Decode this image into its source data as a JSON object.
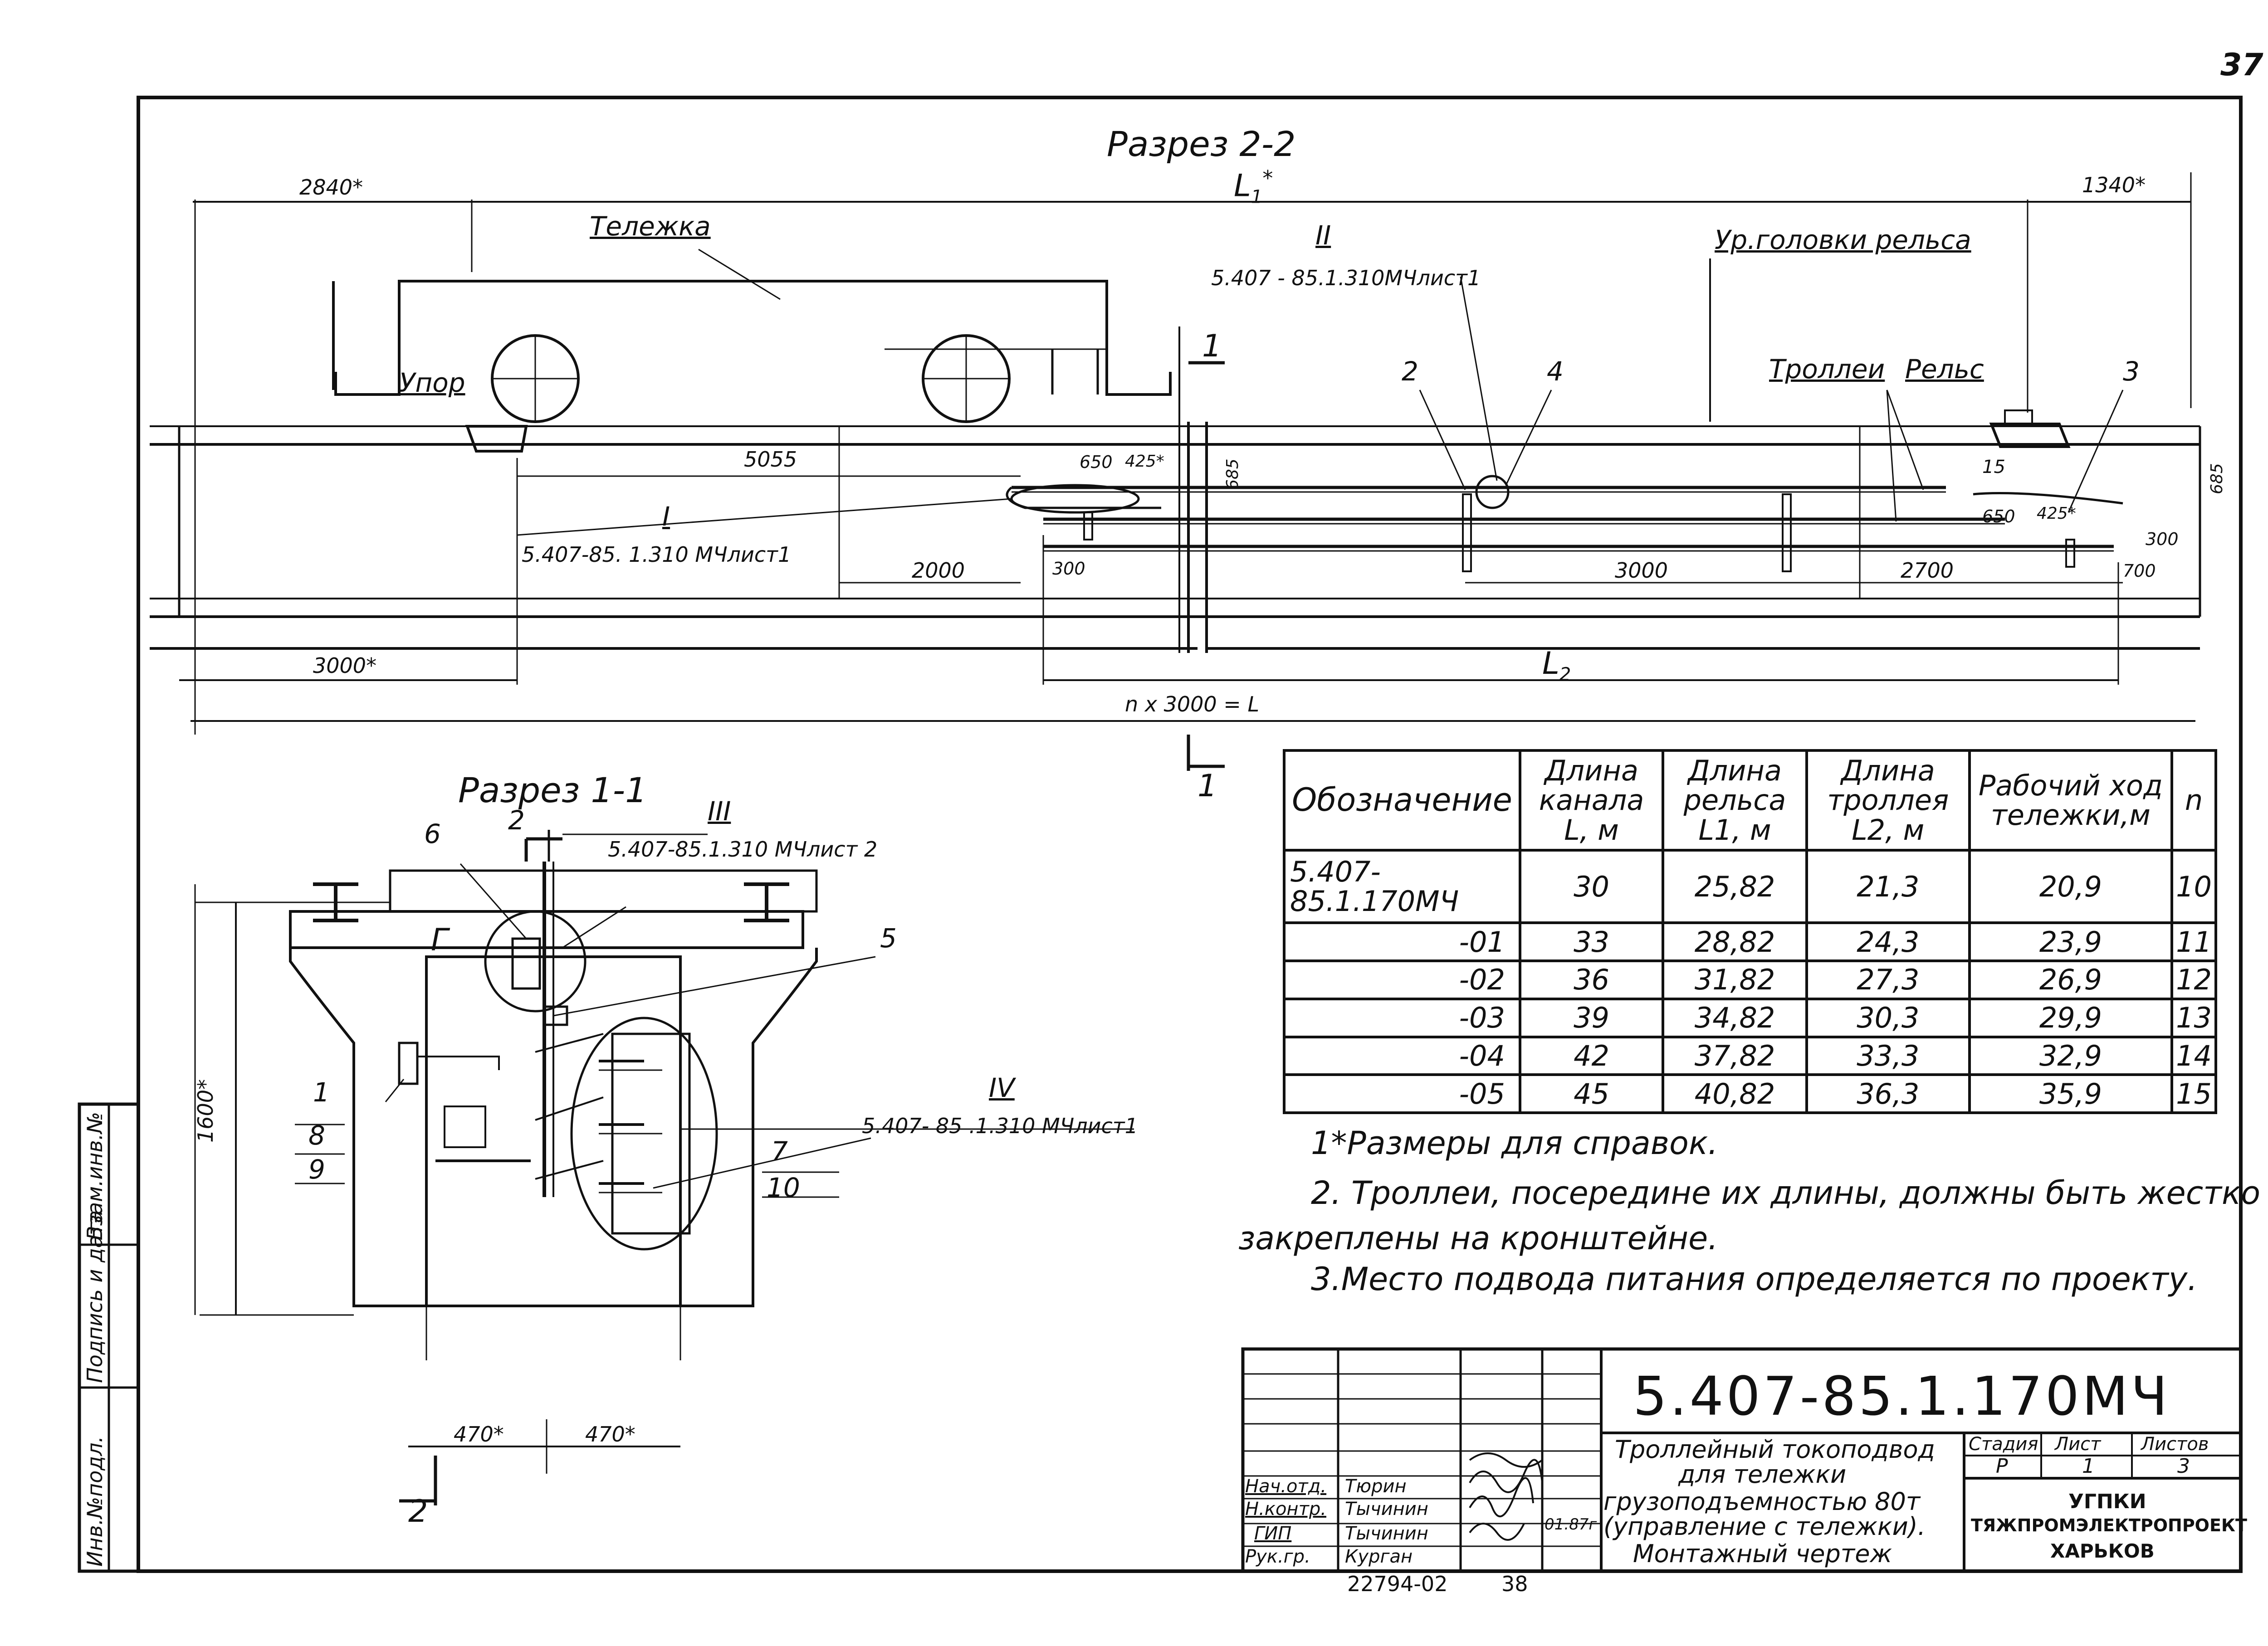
{
  "page_number": "37",
  "section_2_2": {
    "title": "Разрез 2-2",
    "dim_left": "2840*",
    "dim_L1": "L",
    "dim_L1_sub": "1",
    "dim_L1_star": "*",
    "dim_right": "1340*",
    "label_trolley": "Тележка",
    "label_rail_head": "Ур.головки рельса",
    "node_II": "II",
    "node_II_ref": "5.407 - 85.1.310МЧлист1",
    "label_stop": "Упор",
    "section_mark_1": "1",
    "pos_2": "2",
    "pos_4": "4",
    "label_trolleys": "Троллеи",
    "label_rail": "Рельс",
    "pos_3": "3",
    "dim_5055": "5055",
    "dim_650_l": "650",
    "dim_425_l": "425*",
    "dim_685_l": "685",
    "dim_15": "15",
    "dim_685_r": "685",
    "dim_650_r": "650",
    "dim_425_r": "425*",
    "dim_300_r": "300",
    "dim_700_r": "700",
    "node_I": "I",
    "node_I_ref": "5.407-85. 1.310 МЧлист1",
    "dim_2000": "2000",
    "dim_300_l": "300",
    "dim_3000_mid": "3000",
    "dim_2700": "2700",
    "dim_3000_left": "3000*",
    "dim_L2": "L",
    "dim_L2_sub": "2",
    "dim_total": "n x 3000 = L",
    "section_mark_1b": "1"
  },
  "section_1_1": {
    "title": "Разрез 1-1",
    "pos_6": "6",
    "mark_2": "2",
    "node_III": "III",
    "node_III_ref": "5.407-85.1.310 МЧлист 2",
    "pos_5": "5",
    "letter_g": "Г",
    "pos_1": "1",
    "pos_8": "8",
    "pos_9": "9",
    "dim_1600": "1600*",
    "node_IV": "IV",
    "node_IV_ref": "5.407- 85 .1.310 МЧлист1",
    "pos_7": "7",
    "pos_10": "10",
    "dim_470_l": "470*",
    "dim_470_r": "470*",
    "mark_2b": "2"
  },
  "table": {
    "headers": {
      "designation": "Обозначение",
      "channel_length": "Длина канала L, м",
      "rail_length": "Длина рельса L1, м",
      "trolley_length": "Длина троллея L2, м",
      "travel": "Рабочий ход тележки,м",
      "n": "n"
    },
    "rows": [
      {
        "des": "5.407-85.1.170МЧ",
        "l": "30",
        "l1": "25,82",
        "l2": "21,3",
        "travel": "20,9",
        "n": "10"
      },
      {
        "des": "-01",
        "l": "33",
        "l1": "28,82",
        "l2": "24,3",
        "travel": "23,9",
        "n": "11"
      },
      {
        "des": "-02",
        "l": "36",
        "l1": "31,82",
        "l2": "27,3",
        "travel": "26,9",
        "n": "12"
      },
      {
        "des": "-03",
        "l": "39",
        "l1": "34,82",
        "l2": "30,3",
        "travel": "29,9",
        "n": "13"
      },
      {
        "des": "-04",
        "l": "42",
        "l1": "37,82",
        "l2": "33,3",
        "travel": "32,9",
        "n": "14"
      },
      {
        "des": "-05",
        "l": "45",
        "l1": "40,82",
        "l2": "36,3",
        "travel": "35,9",
        "n": "15"
      }
    ]
  },
  "notes": {
    "n1": "1*Размеры для справок.",
    "n2a": "2. Троллеи, посередине их длины, должны быть жестко",
    "n2b": "закреплены на кронштейне.",
    "n3": "3.Место подвода питания определяется по проекту."
  },
  "side_stamp": {
    "c1": "Инв.№подл.",
    "c2": "Подпись и дата",
    "c3": "Взам.инв.№"
  },
  "title_block": {
    "code": "5.407-85.1.170МЧ",
    "title_l1": "Троллейный токоподвод",
    "title_l2": "для тележки",
    "title_l3": "грузоподъемностью 80т",
    "title_l4": "(управление с тележки).",
    "title_l5": "Монтажный чертеж",
    "stage_h": "Стадия",
    "sheet_h": "Лист",
    "sheets_h": "Листов",
    "stage": "Р",
    "sheet": "1",
    "sheets": "3",
    "org_l1": "УГПКИ",
    "org_l2": "ТЯЖПРОМЭЛЕКТРОПРОЕКТ",
    "org_l3": "ХАРЬКОВ",
    "roles": [
      "Нач.отд.",
      "Н.контр.",
      "ГИП",
      "Рук.гр."
    ],
    "names": [
      "Тюрин",
      "Тычинин",
      "Тычинин",
      "Курган"
    ],
    "date": "01.87г",
    "inv_number": "22794-02",
    "page_ref": "38"
  }
}
